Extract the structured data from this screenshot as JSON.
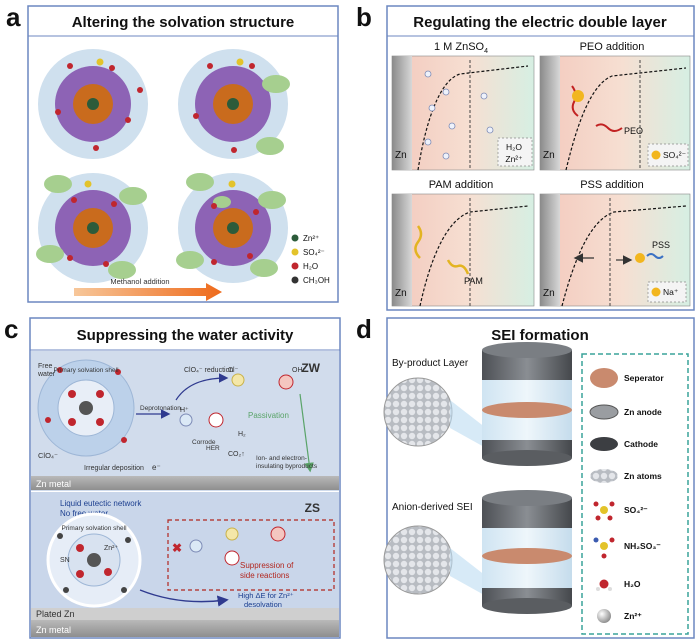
{
  "panels": {
    "a": {
      "letter": "a",
      "title": "Altering the solvation structure",
      "legend": [
        "Zn²⁺",
        "SO₄²⁻",
        "H₂O",
        "CH₃OH"
      ],
      "arrow_label": "Methanol addition",
      "colors": {
        "frame": "#6c87c0",
        "inner": "#c96b1d",
        "shell": "#8d63b5",
        "halo": "#cfe0ee",
        "methanol": "#a6cf8f"
      }
    },
    "b": {
      "letter": "b",
      "title": "Regulating the electric double layer",
      "sub1": {
        "title": "1 M ZnSO",
        "subscript": "4",
        "legend": [
          "H₂O",
          "Zn²⁺"
        ],
        "zn": "Zn"
      },
      "sub2": {
        "title": "PEO addition",
        "polymer": "PEO",
        "legend": "SO₄²⁻",
        "zn": "Zn"
      },
      "sub3": {
        "title": "PAM addition",
        "polymer": "PAM",
        "zn": "Zn"
      },
      "sub4": {
        "title": "PSS addition",
        "polymer": "PSS",
        "legend": "Na⁺",
        "zn": "Zn"
      }
    },
    "c": {
      "letter": "c",
      "title": "Suppressing the water activity",
      "zw": {
        "tag": "ZW",
        "free_water": [
          "Free",
          "water"
        ],
        "shell": "Primary solvation shell",
        "reduction": "ClO₄⁻ reduction",
        "deprotonation": "Deprotonation",
        "passivation": "Passivation",
        "cl": "Cl⁻",
        "oh": "OH⁻",
        "h2": "H₂",
        "co2": "CO₂↑",
        "her": "HER",
        "corrode": "Corrode",
        "electron": "e⁻",
        "irregular": "Irregular deposition",
        "byproducts": [
          "Ion- and electron-",
          "insulating byproducts"
        ],
        "metal": "Zn metal",
        "clo4": "ClO₄⁻"
      },
      "zs": {
        "tag": "ZS",
        "network": "Liquid eutectic network",
        "no_water": "No free water",
        "shell": "Primary solvation shell",
        "sn": "SN",
        "zn": "Zn²⁺",
        "suppression": [
          "Suppression of",
          "side reactions"
        ],
        "desolvation": [
          "High ΔE for Zn²⁺",
          "desolvation"
        ],
        "plated": "Plated Zn",
        "metal": "Zn metal"
      }
    },
    "d": {
      "letter": "d",
      "title": "SEI formation",
      "layer1": "By-product Layer",
      "layer2": "Anion-derived SEI",
      "legend": [
        "Seperator",
        "Zn anode",
        "Cathode",
        "Zn atoms",
        "SO₄²⁻",
        "NH₂SO₃⁻",
        "H₂O",
        "Zn²⁺"
      ],
      "colors": {
        "legend_border": "#3aa39a",
        "separator": "#c98a6e",
        "battery": "#6c6f73"
      }
    }
  }
}
